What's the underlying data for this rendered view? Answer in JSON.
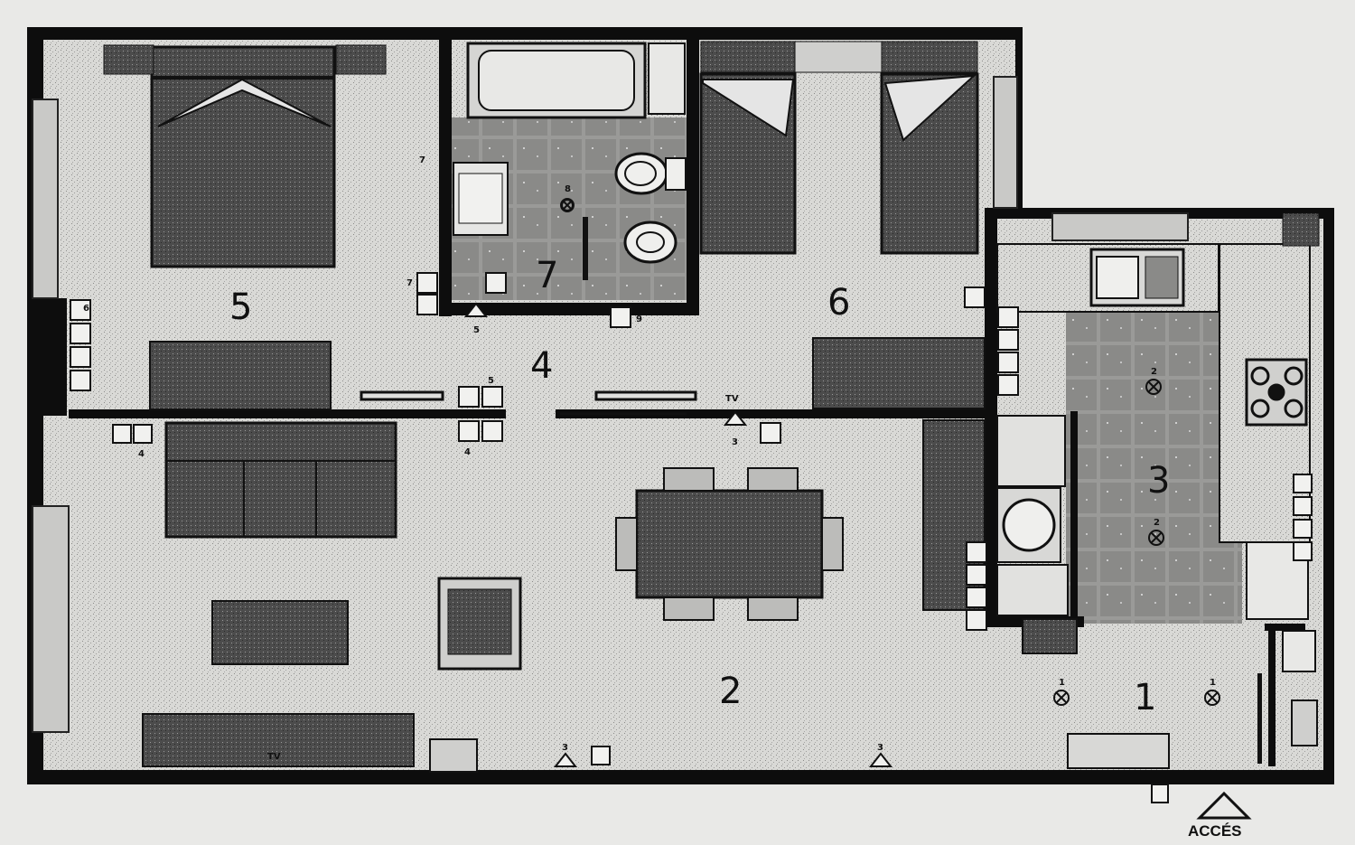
{
  "rooms": [
    {
      "id": "entrance",
      "label": "1"
    },
    {
      "id": "living-dining",
      "label": "2"
    },
    {
      "id": "kitchen",
      "label": "3"
    },
    {
      "id": "hallway",
      "label": "4"
    },
    {
      "id": "master-bedroom",
      "label": "5"
    },
    {
      "id": "second-bedroom",
      "label": "6"
    },
    {
      "id": "bathroom",
      "label": "7"
    }
  ],
  "access_label": "ACCÉS",
  "tv_label": "TV",
  "socket_numbers": {
    "light_entrance": "1",
    "light_kitchen": "2",
    "outlet": "3",
    "switch_a": "4",
    "switch_b": "5",
    "switch_c": "6",
    "switch_d": "7",
    "bath_fixture": "8",
    "bath_light": "9"
  },
  "colors": {
    "wall": "#0d0d0d",
    "floor": "#dcdcd9",
    "furniture": "#4a4a4a",
    "tile": "#8e8e8c",
    "paper": "#e9e9e7"
  }
}
